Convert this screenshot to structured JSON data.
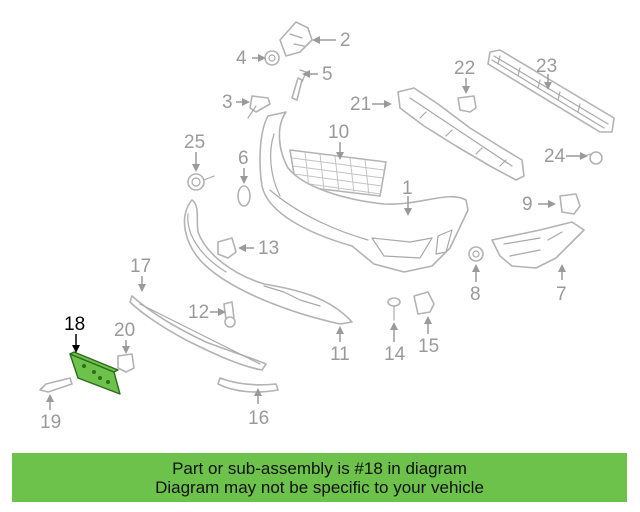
{
  "callouts": [
    "1",
    "2",
    "3",
    "4",
    "5",
    "6",
    "7",
    "8",
    "9",
    "10",
    "11",
    "12",
    "13",
    "14",
    "15",
    "16",
    "17",
    "18",
    "19",
    "20",
    "21",
    "22",
    "23",
    "24",
    "25"
  ],
  "highlighted_callout": "18",
  "highlight_color": "#6cc24a",
  "banner": {
    "line1": "Part or sub-assembly is #18 in diagram",
    "line2": "Diagram may not be specific to your vehicle"
  }
}
